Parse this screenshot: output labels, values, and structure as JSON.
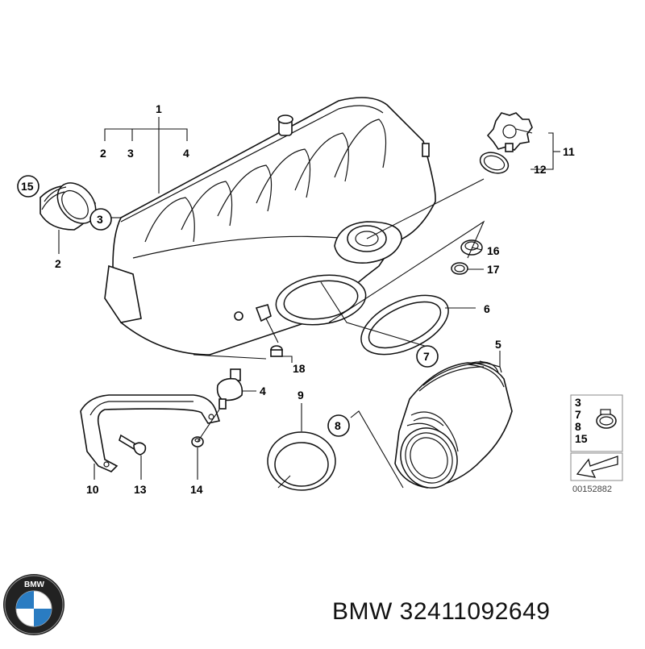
{
  "labels": {
    "p1": "1",
    "p2": "2",
    "p3": "3",
    "p4": "4",
    "p2b": "2",
    "p3b": "3",
    "p15": "15",
    "p11": "11",
    "p12": "12",
    "p16": "16",
    "p17": "17",
    "p6": "6",
    "p7": "7",
    "p5": "5",
    "p18": "18",
    "p4b": "4",
    "p9": "9",
    "p8": "8",
    "p10": "10",
    "p13": "13",
    "p14": "14"
  },
  "kit": {
    "l1": "3",
    "l2": "7",
    "l3": "8",
    "l4": "15"
  },
  "diagram_code": "00152882",
  "logo": {
    "brand": "BMW"
  },
  "caption": "BMW 32411092649"
}
